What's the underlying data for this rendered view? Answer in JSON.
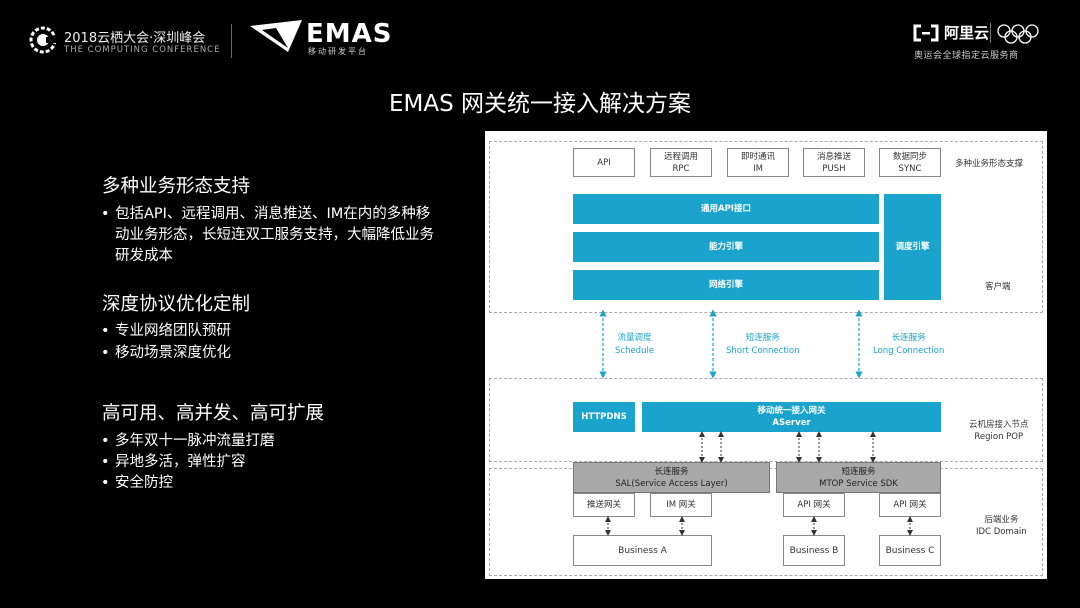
{
  "header": {
    "conference_title": "2018云栖大会·深圳峰会",
    "conference_subtitle": "THE COMPUTING CONFERENCE",
    "emas_word": "EMAS",
    "emas_subtitle": "移动研发平台",
    "aliyun_word": "阿里云",
    "aliyun_subtitle": "奥运会全球指定云服务商"
  },
  "title": "EMAS 网关统一接入解决方案",
  "sections": [
    {
      "heading": "多种业务形态支持",
      "bullets": [
        "包括API、远程调用、消息推送、IM在内的多种移动业务形态，长短连双工服务支持，大幅降低业务研发成本"
      ]
    },
    {
      "heading": "深度协议优化定制",
      "bullets": [
        "专业网络团队预研",
        "移动场景深度优化"
      ]
    },
    {
      "heading": "高可用、高并发、高可扩展",
      "bullets": [
        "多年双十一脉冲流量打磨",
        "异地多活，弹性扩容",
        "安全防控"
      ]
    }
  ],
  "bullet_symbol": "•",
  "diagram": {
    "top_boxes": [
      {
        "line1": "API",
        "line2": ""
      },
      {
        "line1": "远程调用",
        "line2": "RPC"
      },
      {
        "line1": "即时通讯",
        "line2": "IM"
      },
      {
        "line1": "消息推送",
        "line2": "PUSH"
      },
      {
        "line1": "数据同步",
        "line2": "SYNC"
      }
    ],
    "zone_labels": {
      "business_forms": "多种业务形态支撑",
      "client": "客户端",
      "region_line1": "云机房接入节点",
      "region_line2": "Region POP",
      "backend_line1": "后端业务",
      "backend_line2": "IDC Domain"
    },
    "client_bars": {
      "api": "通用API接口",
      "capability": "能力引擎",
      "network": "网络引擎",
      "scheduler": "调度引擎"
    },
    "connections": [
      {
        "line1": "流量调度",
        "line2": "Schedule"
      },
      {
        "line1": "短连服务",
        "line2": "Short Connection"
      },
      {
        "line1": "长连服务",
        "line2": "Long Connection"
      }
    ],
    "httpdns": "HTTPDNS",
    "aserver": {
      "line1": "移动统一接入网关",
      "line2": "AServer"
    },
    "sal": {
      "line1": "长连服务",
      "line2": "SAL(Service Access Layer)"
    },
    "mtop": {
      "line1": "短连服务",
      "line2": "MTOP Service SDK"
    },
    "gateways": [
      "推送网关",
      "IM 网关",
      "API 网关",
      "API 网关"
    ],
    "businesses": [
      "Business  A",
      "Business B",
      "Business C"
    ]
  },
  "colors": {
    "accent_blue": "#1aa3cc",
    "gray_bar": "#a9a9a9",
    "background": "#000000"
  }
}
